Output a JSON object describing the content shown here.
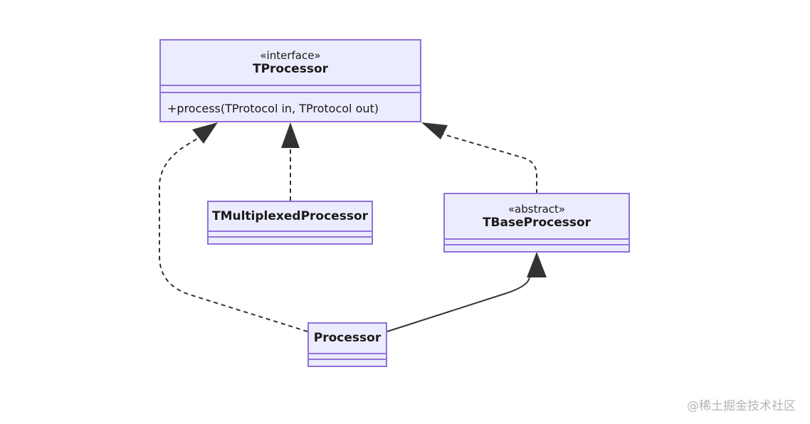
{
  "diagram": {
    "classes": [
      {
        "id": "tprocessor",
        "stereotype": "«interface»",
        "name": "TProcessor",
        "methods": [
          "+process(TProtocol in, TProtocol out)"
        ]
      },
      {
        "id": "tmultiplexed",
        "stereotype": "",
        "name": "TMultiplexedProcessor",
        "methods": []
      },
      {
        "id": "tbase",
        "stereotype": "«abstract»",
        "name": "TBaseProcessor",
        "methods": []
      },
      {
        "id": "processor",
        "stereotype": "",
        "name": "Processor",
        "methods": []
      }
    ],
    "relations": [
      {
        "from": "TMultiplexedProcessor",
        "to": "TProcessor",
        "type": "realization"
      },
      {
        "from": "TBaseProcessor",
        "to": "TProcessor",
        "type": "realization"
      },
      {
        "from": "Processor",
        "to": "TProcessor",
        "type": "realization"
      },
      {
        "from": "Processor",
        "to": "TBaseProcessor",
        "type": "inheritance"
      }
    ]
  },
  "watermark": "@稀土掘金技术社区",
  "colors": {
    "box_fill": "#ececff",
    "box_border": "#9370db",
    "edge": "#333333"
  }
}
